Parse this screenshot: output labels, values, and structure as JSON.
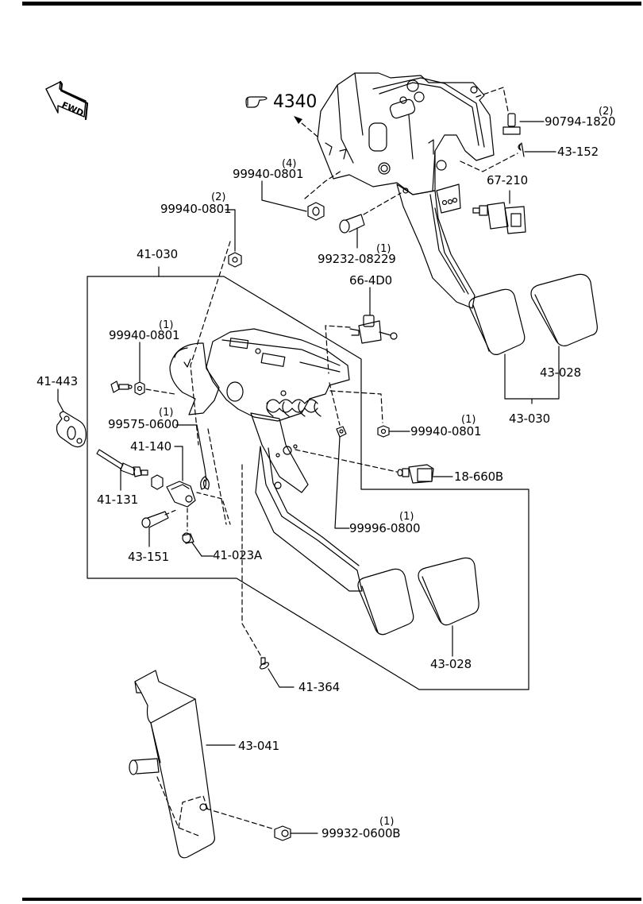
{
  "diagram": {
    "orientation_marker": "FWD",
    "reference_page": "4340",
    "reference_icon": "pointing-hand-icon",
    "parts": {
      "p90794_1820": {
        "number": "90794-1820",
        "qty": "(2)"
      },
      "p43_152": {
        "number": "43-152"
      },
      "p67_210": {
        "number": "67-210"
      },
      "p99940_0801_a": {
        "number": "99940-0801",
        "qty": "(4)"
      },
      "p99940_0801_b": {
        "number": "99940-0801",
        "qty": "(2)"
      },
      "p99232_08229": {
        "number": "99232-08229",
        "qty": "(1)"
      },
      "p41_030": {
        "number": "41-030"
      },
      "p66_4D0": {
        "number": "66-4D0"
      },
      "p99940_0801_c": {
        "number": "99940-0801",
        "qty": "(1)"
      },
      "p41_443": {
        "number": "41-443"
      },
      "p99575_0600": {
        "number": "99575-0600",
        "qty": "(1)"
      },
      "p43_028_a": {
        "number": "43-028"
      },
      "p43_030": {
        "number": "43-030"
      },
      "p99940_0801_d": {
        "number": "99940-0801",
        "qty": "(1)"
      },
      "p41_140": {
        "number": "41-140"
      },
      "p18_660B": {
        "number": "18-660B"
      },
      "p41_131": {
        "number": "41-131"
      },
      "p99996_0800": {
        "number": "99996-0800",
        "qty": "(1)"
      },
      "p43_151": {
        "number": "43-151"
      },
      "p41_023A": {
        "number": "41-023A"
      },
      "p43_028_b": {
        "number": "43-028"
      },
      "p41_364": {
        "number": "41-364"
      },
      "p43_041": {
        "number": "43-041"
      },
      "p99932_0600B": {
        "number": "99932-0600B",
        "qty": "(1)"
      }
    }
  }
}
